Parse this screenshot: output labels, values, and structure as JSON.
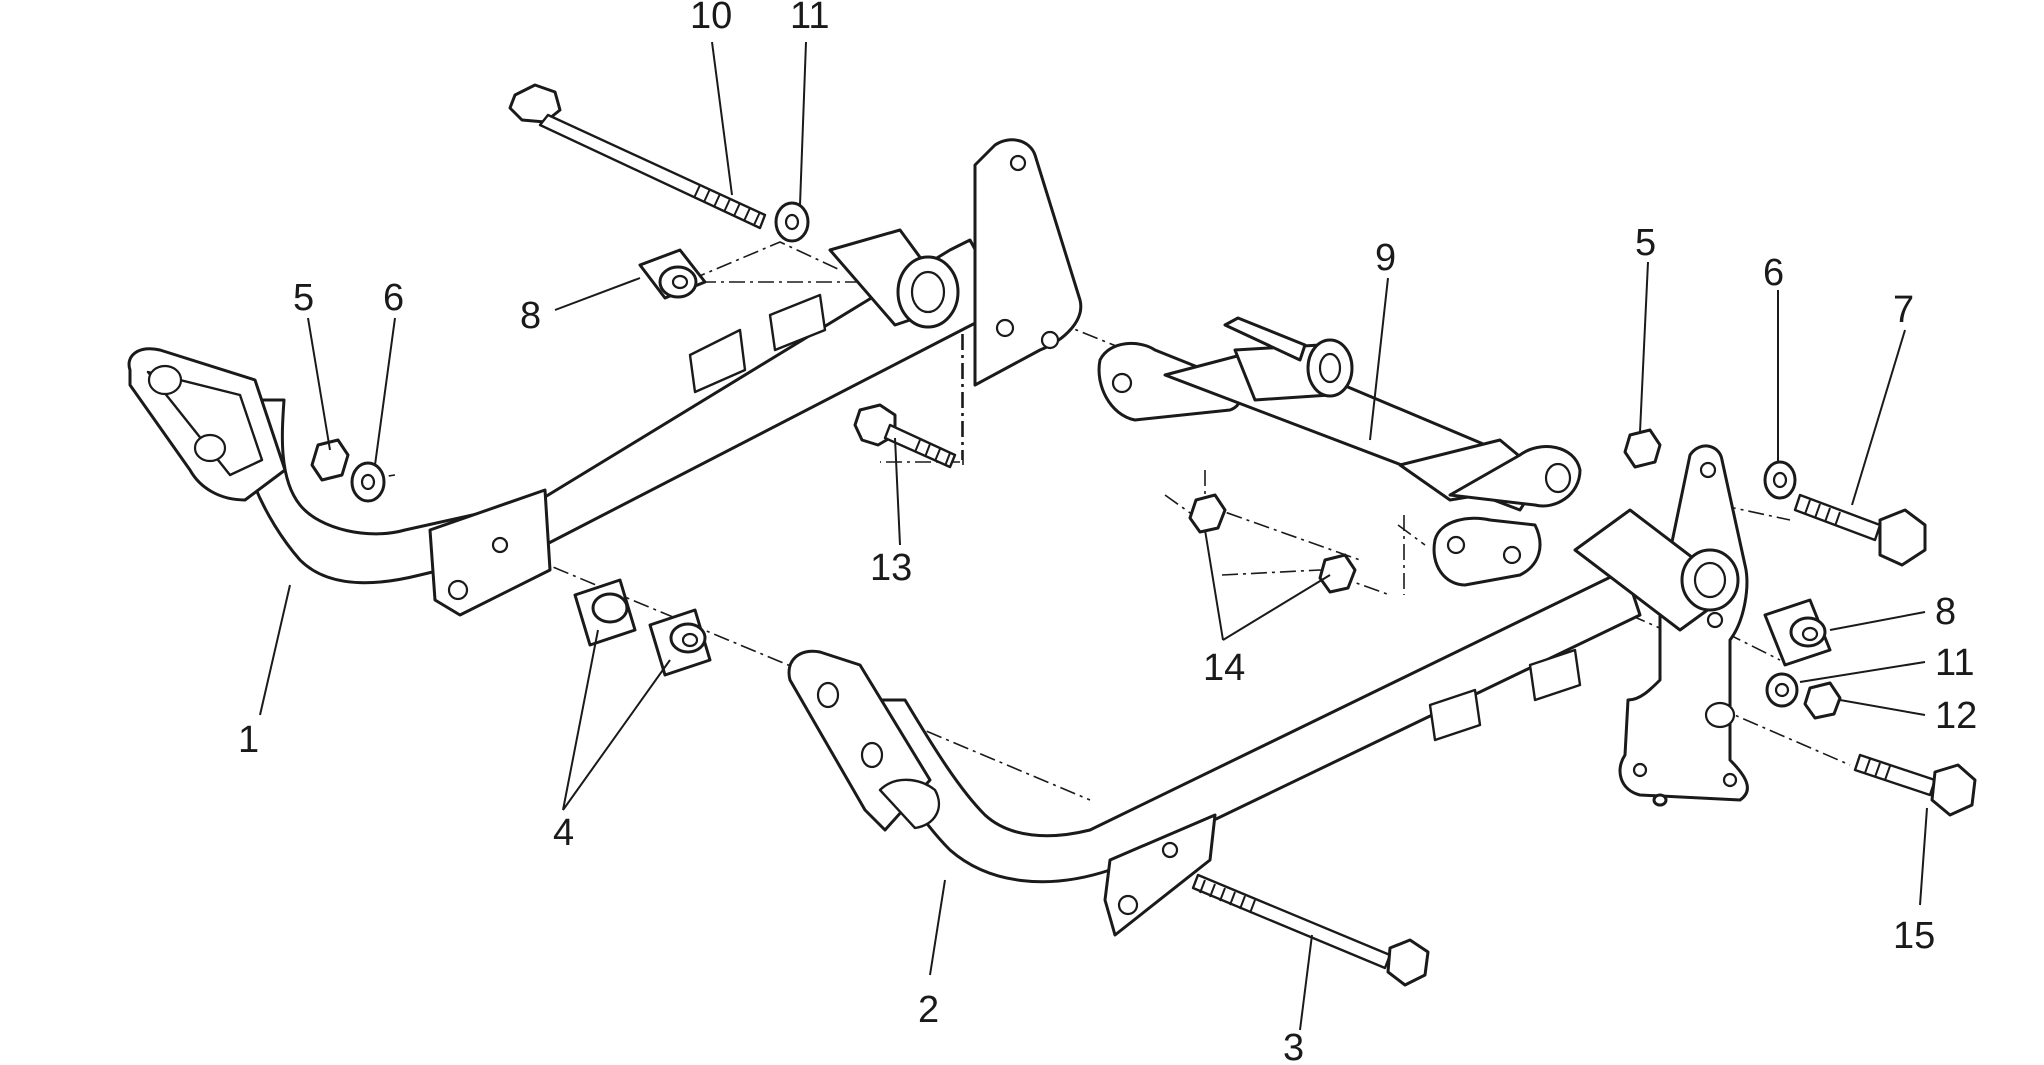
{
  "callouts": [
    {
      "id": "c-10a",
      "text": "10"
    },
    {
      "id": "c-11a",
      "text": "11"
    },
    {
      "id": "c-5a",
      "text": "5"
    },
    {
      "id": "c-6a",
      "text": "6"
    },
    {
      "id": "c-8a",
      "text": "8"
    },
    {
      "id": "c-9",
      "text": "9"
    },
    {
      "id": "c-5b",
      "text": "5"
    },
    {
      "id": "c-6b",
      "text": "6"
    },
    {
      "id": "c-7",
      "text": "7"
    },
    {
      "id": "c-13",
      "text": "13"
    },
    {
      "id": "c-8b",
      "text": "8"
    },
    {
      "id": "c-11b",
      "text": "11"
    },
    {
      "id": "c-12",
      "text": "12"
    },
    {
      "id": "c-14",
      "text": "14"
    },
    {
      "id": "c-1",
      "text": "1"
    },
    {
      "id": "c-4",
      "text": "4"
    },
    {
      "id": "c-2",
      "text": "2"
    },
    {
      "id": "c-15",
      "text": "15"
    },
    {
      "id": "c-3",
      "text": "3"
    }
  ]
}
